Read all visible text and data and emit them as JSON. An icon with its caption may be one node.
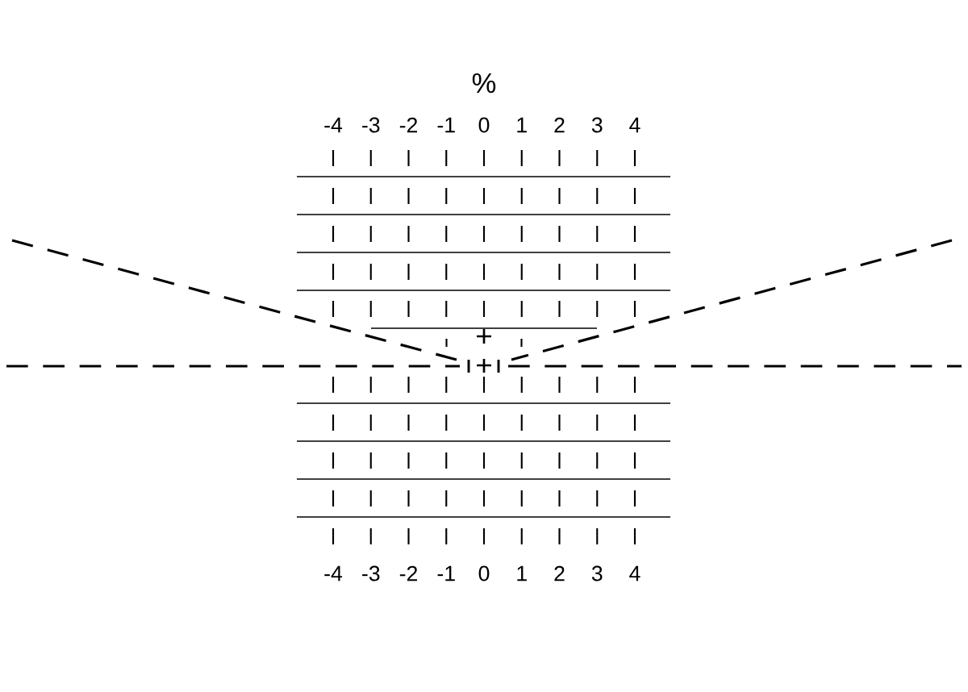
{
  "diagram": {
    "labels": [
      "%",
      "-4",
      "-3",
      "-2",
      "-1",
      "0",
      "1",
      "2",
      "3",
      "4",
      "-4",
      "-3",
      "-2",
      "-1",
      "0",
      "1",
      "2",
      "3",
      "4"
    ]
  }
}
